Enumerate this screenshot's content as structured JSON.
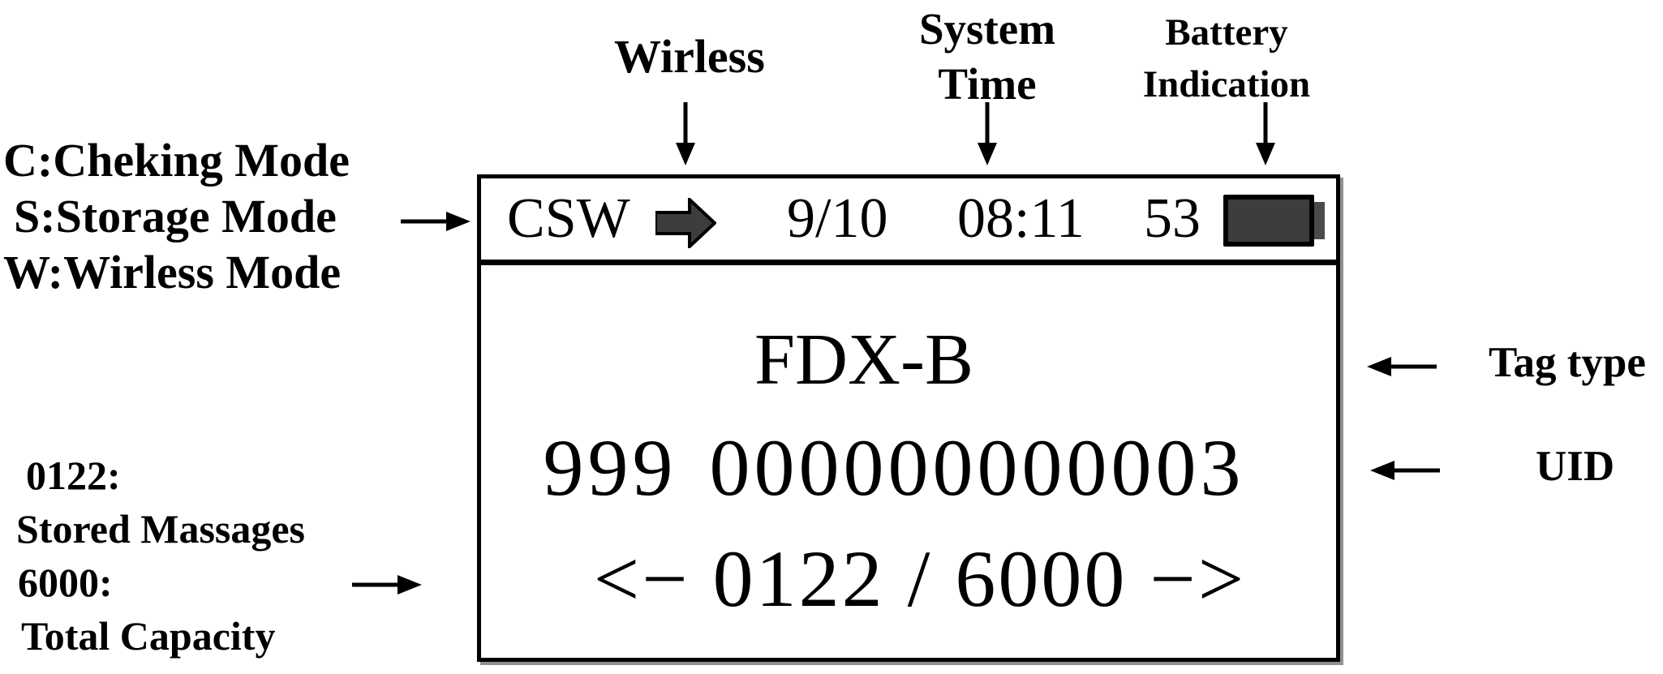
{
  "figure": {
    "annotations": {
      "wireless_label": "Wirless",
      "system_time": {
        "line1": "System",
        "line2": "Time"
      },
      "battery_indication": {
        "line1": "Battery",
        "line2": "Indication"
      },
      "mode_legend": {
        "line1": "C:Cheking Mode",
        "line2": "S:Storage Mode",
        "line3": "W:Wirless Mode"
      },
      "storage_legend": {
        "line1": "0122:",
        "line2": "Stored Massages",
        "line3": "6000:",
        "line4": "Total Capacity"
      },
      "tag_type_label": "Tag type",
      "uid_label": "UID"
    },
    "screen": {
      "status_bar": {
        "modes": "CSW",
        "date": "9/10",
        "time": "08:11",
        "battery_percent": "53"
      },
      "tag_type": "FDX-B",
      "uid": {
        "prefix": "999",
        "serial": "000000000003"
      },
      "counter": {
        "left_nav": "<−",
        "stored": "0122",
        "separator": "/",
        "capacity": "6000",
        "right_nav": "−>"
      }
    },
    "icons": {
      "wireless_mode_icon": "right-block-arrow",
      "battery_icon": "battery-filled",
      "pointer_arrow_down": "down-arrow",
      "pointer_arrow_right": "right-arrow",
      "pointer_arrow_left": "left-arrow"
    },
    "colors": {
      "foreground": "#000000",
      "background": "#ffffff",
      "icon_fill": "#3d3d3d",
      "battery_nub_fill": "#4a4a4a"
    }
  }
}
